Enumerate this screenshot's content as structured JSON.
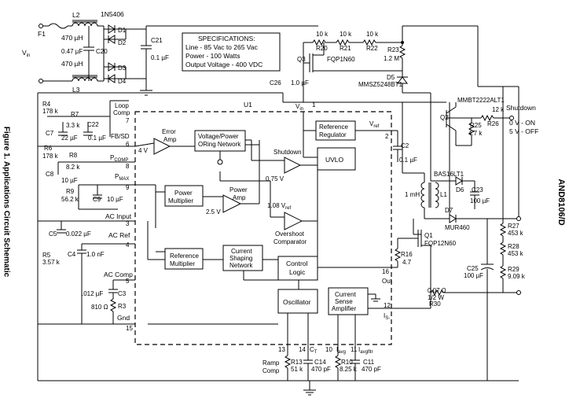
{
  "figure_caption": "Figure 1. Applications Circuit Schematic",
  "doc_id": "AND8106/D",
  "specifications": {
    "heading": "SPECIFICATIONS:",
    "lines": [
      "Line - 85 Vac to 265 Vac",
      "Power - 100 Watts",
      "Output Voltage - 400 VDC"
    ]
  },
  "labels": {
    "vin": "V",
    "vin_sub": "in",
    "f1": "F1",
    "l2": "L2",
    "l2_val": "470 µH",
    "l3": "L3",
    "l3_val": "470 µH",
    "c20_val": "0.47 µF",
    "c20": "C20",
    "d_part": "1N5406",
    "d1": "D1",
    "d2": "D2",
    "d3": "D3",
    "d4": "D4",
    "c21": "C21",
    "c21_val": "0.1 µF",
    "r20_val": "10 k",
    "r20": "R20",
    "r21_val": "10 k",
    "r21": "R21",
    "r22_val": "10 k",
    "r22": "R22",
    "r23": "R23",
    "r23_val": "1.2 M",
    "q3": "Q3",
    "q3_part": "FQP1N60",
    "d5": "D5",
    "d5_part": "MMSZ5248BT1",
    "c26": "C26",
    "c26_val": "1.0 µF",
    "q2_part": "MMBT2222ALT1",
    "q2": "Q2",
    "r26_val": "12 k",
    "r26": "R26",
    "r25": "R25",
    "r25_val": "4.7 k",
    "shutdown": "Shutdown",
    "sd_on": "0 V - ON",
    "sd_off": "5 V - OFF",
    "u1": "U1",
    "vin_pin": "V",
    "vin_pin_sub": "in",
    "r4": "R4",
    "r4_val": "178 k",
    "r7": "R7",
    "r7_val": "3.3 k",
    "c7": "C7",
    "c7_val": "22 µF",
    "c22": "C22",
    "c22_val": "0.1 µF",
    "loop_comp_1": "Loop",
    "loop_comp_2": "Comp",
    "fbsd": "FB/SD",
    "r6": "R6",
    "r6_val": "178 k",
    "r8": "R8",
    "r8_val": "8.2 k",
    "c8": "C8",
    "c8_val": "10 µF",
    "pcomp": "P",
    "pcomp_sub": "COMP",
    "pmax": "P",
    "pmax_sub": "MAX",
    "r9": "R9",
    "r9_val": "56.2 k",
    "c9": "C9",
    "c9_val": "10 µF",
    "ac_input": "AC Input",
    "c5": "C5",
    "c5_val": "0.022 µF",
    "ac_ref": "AC Ref",
    "c4": "C4",
    "c4_val": "1.0 nF",
    "r5": "R5",
    "r5_val": "3.57 k",
    "ac_comp": "AC Comp",
    "c3": "C3",
    "c3_val": ".012 µF",
    "r3": "R3",
    "r3_val": "810 Ω",
    "gnd": "Gnd",
    "error_amp_1": "Error",
    "error_amp_2": "Amp",
    "v4": "4 V",
    "vpon_1": "Voltage/Power",
    "vpon_2": "ORing Network",
    "ref_reg_1": "Reference",
    "ref_reg_2": "Regulator",
    "vref": "V",
    "vref_sub": "ref",
    "shutdown_cmp": "Shutdown",
    "v075": "0.75 V",
    "uvlo": "UVLO",
    "c2": "C2",
    "c2_val": "0.1 µF",
    "pm_1": "Power",
    "pm_2": "Multiplier",
    "pa_1": "Power",
    "pa_2": "Amp",
    "v25": "2.5 V",
    "v108": "1.08 V",
    "v108_sub": "ref",
    "ovc_1": "Overshoot",
    "ovc_2": "Comparator",
    "rm_1": "Reference",
    "rm_2": "Multiplier",
    "csn_1": "Current",
    "csn_2": "Shaping",
    "csn_3": "Network",
    "cl_1": "Control",
    "cl_2": "Logic",
    "osc": "Oscillator",
    "csa_1": "Current",
    "csa_2": "Sense",
    "csa_3": "Amplifier",
    "is": "I",
    "is_sub": "S-",
    "out": "Out",
    "r16": "R16",
    "r16_val": "4.7",
    "q1": "Q1",
    "q1_part": "FQP12N60",
    "d7": "D7",
    "d7_part": "MUR460",
    "bas": "BAS16LT1",
    "d6": "D6",
    "l1": "L1",
    "l1_val": "1 mH",
    "c23": "C23",
    "c23_val": "100 µF",
    "r27": "R27",
    "r27_val": "453 k",
    "r28": "R28",
    "r28_val": "453 k",
    "r29": "R29",
    "r29_val": "9.09 k",
    "c25": "C25",
    "c25_val": "100 µF",
    "r30_val1": "0.07 Ω",
    "r30_val2": "1/2 W",
    "r30": "R30",
    "ramp_1": "Ramp",
    "ramp_2": "Comp",
    "r13": "R13",
    "r13_val": "51 k",
    "c14": "C14",
    "c14_val": "470 pF",
    "r10": "R10",
    "r10_val": "8.25 k",
    "c11": "C11",
    "c11_val": "470 pF",
    "ct": "C",
    "ct_sub": "T",
    "iavg": "I",
    "iavg_sub": "avg",
    "iavgfltr": "I",
    "iavgfltr_sub": "avgfltr"
  },
  "pins": {
    "p1": "1",
    "p2": "2",
    "p3": "3",
    "p4": "4",
    "p5": "5",
    "p6": "6",
    "p7": "7",
    "p8": "8",
    "p9": "9",
    "p10": "10",
    "p11": "11",
    "p12": "12",
    "p13": "13",
    "p14": "14",
    "p15": "15",
    "p16": "16"
  }
}
